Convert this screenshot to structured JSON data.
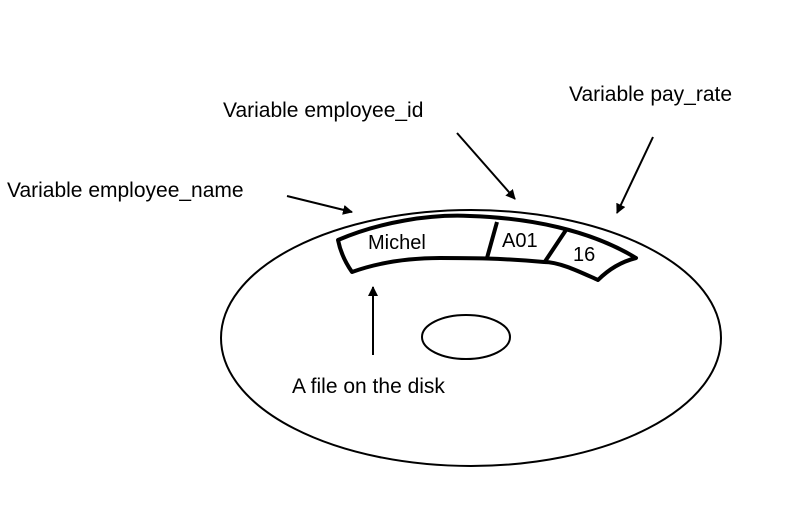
{
  "labels": {
    "employee_id": "Variable employee_id",
    "pay_rate": "Variable pay_rate",
    "employee_name": "Variable employee_name",
    "file": "A file on the disk"
  },
  "record": {
    "name_value": "Michel",
    "id_value": "A01",
    "pay_value": "16"
  },
  "colors": {
    "stroke": "#000000",
    "background": "#ffffff"
  }
}
